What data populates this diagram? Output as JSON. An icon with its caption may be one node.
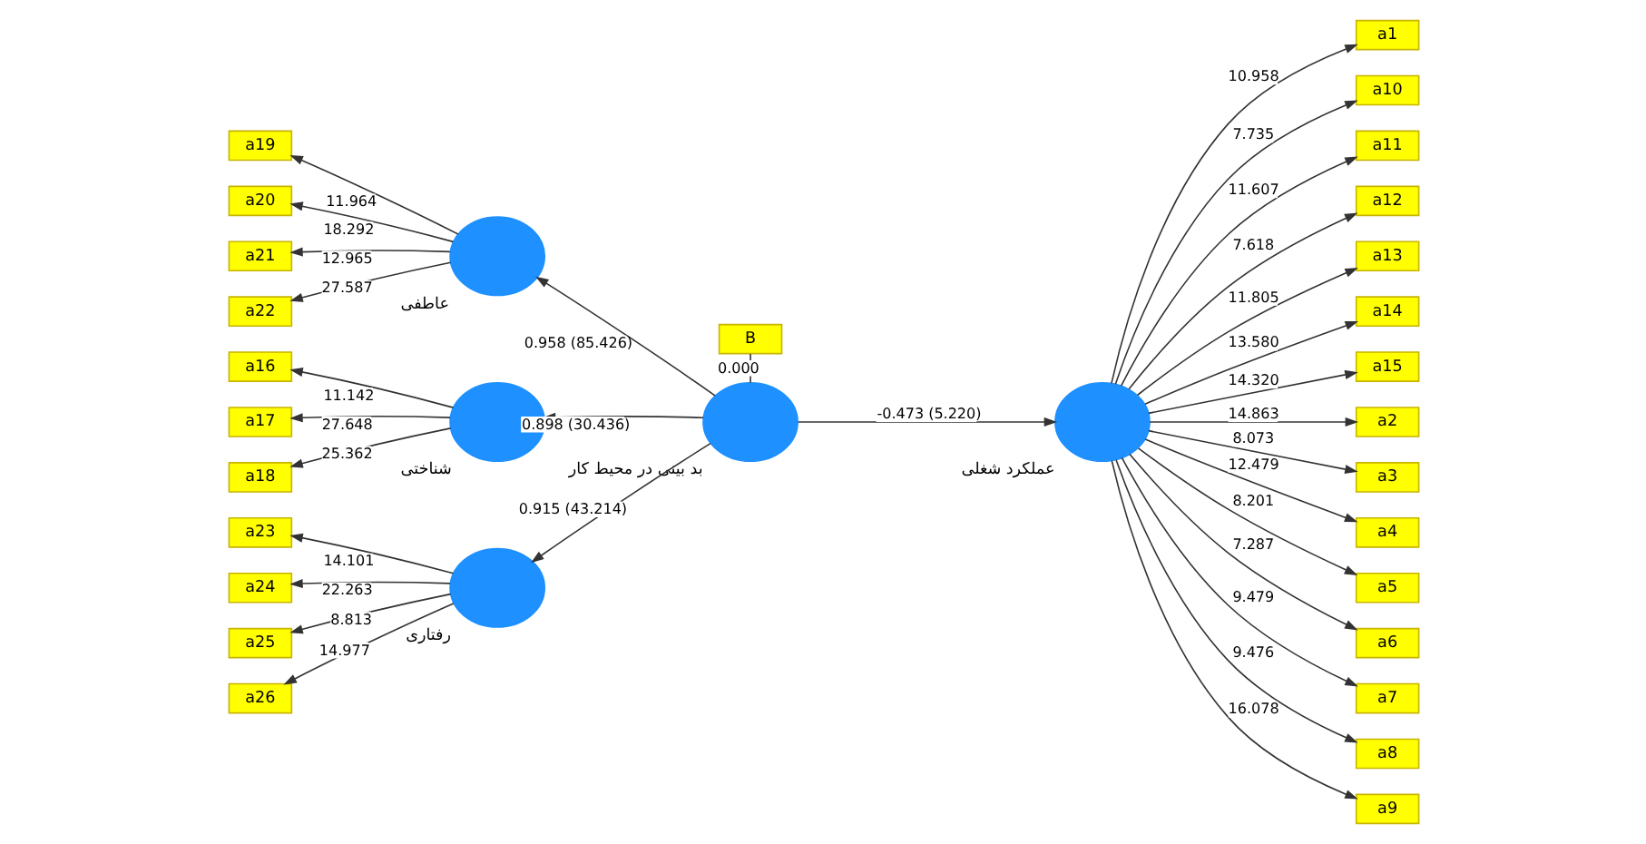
{
  "diagram": {
    "nodes": [
      {
        "text": [
          "a19"
        ]
      },
      {
        "text": [
          "a20"
        ]
      },
      {
        "text": [
          "a21"
        ]
      },
      {
        "text": [
          "a22"
        ]
      },
      {
        "text": [
          "عاطفی"
        ]
      },
      {
        "text": [
          "B"
        ]
      },
      {
        "text": [
          "a16"
        ]
      },
      {
        "text": [
          "a17"
        ]
      },
      {
        "text": [
          "a18"
        ]
      },
      {
        "text": [
          "شناختی"
        ]
      },
      {
        "text": [
          "بد بینی در محیط کار"
        ]
      },
      {
        "text": [
          "عملکرد شغلی"
        ]
      },
      {
        "text": [
          "a23"
        ]
      },
      {
        "text": [
          "a24"
        ]
      },
      {
        "text": [
          "a25"
        ]
      },
      {
        "text": [
          "a26"
        ]
      },
      {
        "text": [
          "رفتاری"
        ]
      },
      {
        "text": [
          "a1"
        ]
      },
      {
        "text": [
          "a10"
        ]
      },
      {
        "text": [
          "a11"
        ]
      },
      {
        "text": [
          "a12"
        ]
      },
      {
        "text": [
          "a13"
        ]
      },
      {
        "text": [
          "a14"
        ]
      },
      {
        "text": [
          "a15"
        ]
      },
      {
        "text": [
          "a2"
        ]
      },
      {
        "text": [
          "a3"
        ]
      },
      {
        "text": [
          "a4"
        ]
      },
      {
        "text": [
          "a5"
        ]
      },
      {
        "text": [
          "a6"
        ]
      },
      {
        "text": [
          "a7"
        ]
      },
      {
        "text": [
          "a8"
        ]
      },
      {
        "text": [
          "a9"
        ]
      }
    ],
    "edges": [
      {
        "from": 4,
        "to": 0,
        "arrow": "to",
        "label": "11.964"
      },
      {
        "from": 4,
        "to": 1,
        "arrow": "to",
        "label": "18.292"
      },
      {
        "from": 4,
        "to": 2,
        "arrow": "to",
        "label": "12.965"
      },
      {
        "from": 4,
        "to": 3,
        "arrow": "to",
        "label": "27.587"
      },
      {
        "from": 10,
        "to": 4,
        "arrow": "to",
        "label": "0.958 (85.426)"
      },
      {
        "from": 5,
        "to": 10,
        "arrow": "none",
        "label": "0.000"
      },
      {
        "from": 9,
        "to": 6,
        "arrow": "to",
        "label": "11.142"
      },
      {
        "from": 9,
        "to": 7,
        "arrow": "to",
        "label": "27.648"
      },
      {
        "from": 9,
        "to": 8,
        "arrow": "to",
        "label": "25.362"
      },
      {
        "from": 10,
        "to": 9,
        "arrow": "to",
        "label": "0.898 (30.436)"
      },
      {
        "from": 10,
        "to": 11,
        "arrow": "to",
        "label": "-0.473 (5.220)"
      },
      {
        "from": 10,
        "to": 16,
        "arrow": "to",
        "label": "0.915 (43.214)"
      },
      {
        "from": 16,
        "to": 12,
        "arrow": "to",
        "label": "14.101"
      },
      {
        "from": 16,
        "to": 13,
        "arrow": "to",
        "label": "22.263"
      },
      {
        "from": 16,
        "to": 14,
        "arrow": "to",
        "label": "8.813"
      },
      {
        "from": 16,
        "to": 15,
        "arrow": "to",
        "label": "14.977"
      },
      {
        "from": 11,
        "to": 17,
        "arrow": "to",
        "label": "10.958"
      },
      {
        "from": 11,
        "to": 18,
        "arrow": "to",
        "label": "7.735"
      },
      {
        "from": 11,
        "to": 19,
        "arrow": "to",
        "label": "11.607"
      },
      {
        "from": 11,
        "to": 20,
        "arrow": "to",
        "label": "7.618"
      },
      {
        "from": 11,
        "to": 21,
        "arrow": "to",
        "label": "11.805"
      },
      {
        "from": 11,
        "to": 22,
        "arrow": "to",
        "label": "13.580"
      },
      {
        "from": 11,
        "to": 23,
        "arrow": "to",
        "label": "14.320"
      },
      {
        "from": 11,
        "to": 24,
        "arrow": "to",
        "label": "14.863"
      },
      {
        "from": 11,
        "to": 25,
        "arrow": "to",
        "label": "8.073"
      },
      {
        "from": 11,
        "to": 26,
        "arrow": "to",
        "label": "12.479"
      },
      {
        "from": 11,
        "to": 27,
        "arrow": "to",
        "label": "8.201"
      },
      {
        "from": 11,
        "to": 28,
        "arrow": "to",
        "label": "7.287"
      },
      {
        "from": 11,
        "to": 29,
        "arrow": "to",
        "label": "9.479"
      },
      {
        "from": 11,
        "to": 30,
        "arrow": "to",
        "label": "9.476"
      },
      {
        "from": 11,
        "to": 31,
        "arrow": "to",
        "label": "16.078"
      }
    ]
  }
}
